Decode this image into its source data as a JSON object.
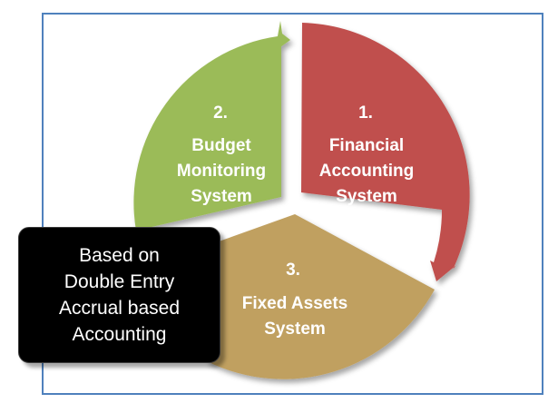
{
  "colors": {
    "frame_border": "#4f81bd",
    "segment_financial": "#c0504d",
    "segment_budget": "#9bbb59",
    "segment_fixed_assets": "#c0a060",
    "callout_background": "#000000",
    "text": "#ffffff"
  },
  "segments": {
    "financial": {
      "number": "1.",
      "lines": [
        "Financial",
        "Accounting",
        "System"
      ]
    },
    "budget": {
      "number": "2.",
      "lines": [
        "Budget",
        "Monitoring",
        "System"
      ]
    },
    "fixed_assets": {
      "number": "3.",
      "lines": [
        "Fixed Assets",
        "System"
      ]
    }
  },
  "callout": {
    "lines": [
      "Based on",
      "Double Entry",
      "Accrual based",
      "Accounting"
    ]
  }
}
